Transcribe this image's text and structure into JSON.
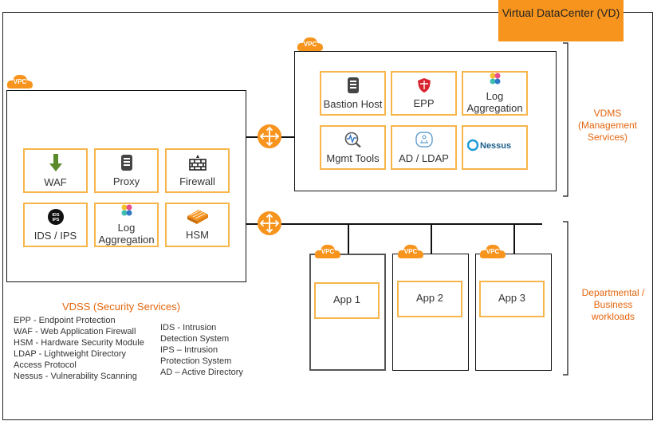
{
  "virtual_datacenter_label": "Virtual DataCenter (VD)",
  "vpc_badge": "VPC",
  "vdss_services": [
    {
      "label": "WAF",
      "icon": "waf-icon"
    },
    {
      "label": "Proxy",
      "icon": "proxy-icon"
    },
    {
      "label": "Firewall",
      "icon": "firewall-icon"
    },
    {
      "label": "IDS / IPS",
      "icon": "ids-ips-icon"
    },
    {
      "label": "Log Aggregation",
      "icon": "log-aggregation-icon"
    },
    {
      "label": "HSM",
      "icon": "hsm-icon"
    }
  ],
  "vdms_services": [
    {
      "label": "Bastion Host",
      "icon": "bastion-host-icon"
    },
    {
      "label": "EPP",
      "icon": "epp-shield-icon"
    },
    {
      "label": "Log Aggregation",
      "icon": "log-aggregation-icon"
    },
    {
      "label": "Mgmt Tools",
      "icon": "mgmt-tools-icon"
    },
    {
      "label": "AD / LDAP",
      "icon": "ad-ldap-icon"
    },
    {
      "label": "Nessus",
      "icon": "nessus-icon"
    }
  ],
  "vdms_label": "VDMS (Management Services)",
  "workload_label": "Departmental / Business workloads",
  "apps": [
    "App 1",
    "App 2",
    "App 3"
  ],
  "vdss_title": "VDSS (Security Services)",
  "legend_left": [
    "EPP - Endpoint Protection",
    "WAF - Web Application Firewall",
    "HSM - Hardware Security Module",
    "LDAP - Lightweight Directory Access Protocol",
    "Nessus - Vulnerability Scanning"
  ],
  "legend_right": [
    "IDS - Intrusion Detection System",
    "IPS – Intrusion Protection System",
    "AD – Active Directory"
  ],
  "colors": {
    "accent": "#f7941d",
    "label_orange": "#e4650d",
    "tile_border": "#f7b54a"
  }
}
